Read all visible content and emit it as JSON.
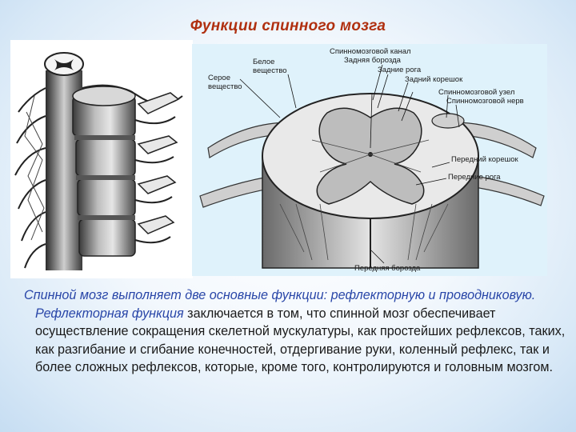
{
  "slide": {
    "title": "Функции спинного мозга",
    "diagram_labels": {
      "canal": "Спинномозговой канал",
      "posterior_sulcus": "Задняя борозда",
      "white_matter_1": "Белое",
      "white_matter_2": "вещество",
      "gray_matter_1": "Серое",
      "gray_matter_2": "вещество",
      "posterior_horns": "Задние рога",
      "posterior_root": "Задний корешок",
      "ganglion": "Спинномозговой узел",
      "spinal_nerve": "Спинномозговой нерв",
      "anterior_root": "Передний корешок",
      "anterior_horns": "Передние рога",
      "anterior_fissure": "Передняя борозда"
    },
    "body": {
      "part1": "Спинной мозг выполняет две основные функции: рефлекторную и проводниковую. Рефлекторная функция",
      "part2": " заключается в том, что спинной мозг обеспечивает осуществление сокращения скелетной мускулатуры, как простейших рефлексов, таких, как разгибание и сгибание конечностей, отдергивание руки, коленный рефлекс, так и более сложных рефлексов, которые, кроме того, контролируются и головным мозгом."
    },
    "colors": {
      "title": "#b03010",
      "emphasis": "#2946a8"
    }
  }
}
